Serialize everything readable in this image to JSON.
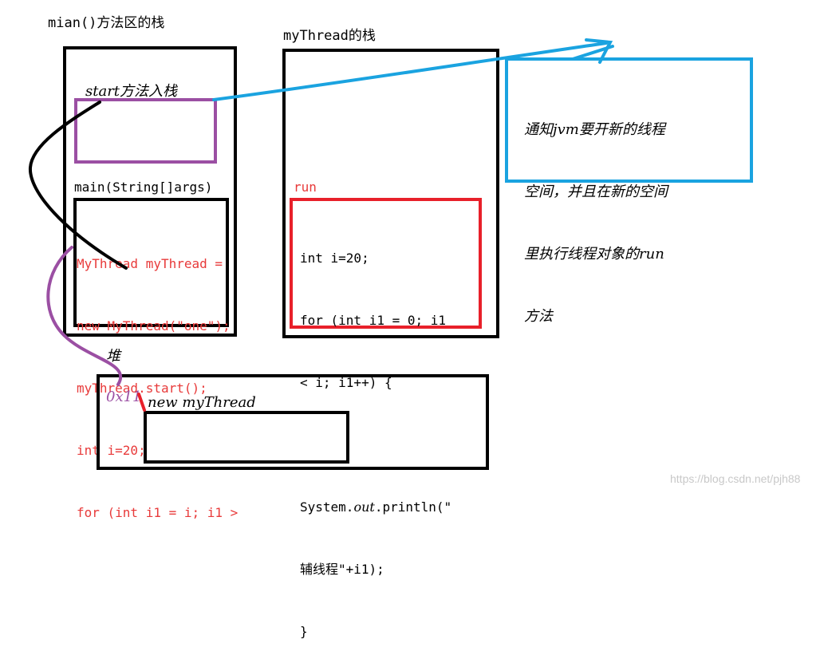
{
  "labels": {
    "main_stack_title": "mian()方法区的栈",
    "thread_stack_title": "myThread的栈",
    "start_push": "start方法入栈",
    "main_signature": "main(String[]args)",
    "run_label": "run",
    "heap_label": "堆",
    "address": "0x11",
    "new_obj": "new myThread",
    "watermark": "https://blog.csdn.net/pjh88"
  },
  "main_code": [
    "MyThread myThread =",
    "new MyThread(\"one\");",
    "myThread.start();",
    "int i=20;",
    "for (int i1 = i; i1 >"
  ],
  "run_code": {
    "line1": "int i=20;",
    "line2": "for (int i1 = 0; i1",
    "line3": "< i; i1++) {",
    "line4_pre": "System.",
    "line4_ital": "out",
    "line4_post": ".println(\"",
    "line5": "辅线程\"+i1);",
    "line6": "}"
  },
  "note_lines": [
    "通知jvm要开新的线程",
    "空间，并且在新的空间",
    "里执行线程对象的run",
    "方法"
  ],
  "colors": {
    "black": "#000000",
    "purple": "#9b4fa3",
    "red": "#e8202a",
    "blue": "#1aa3e0",
    "code_red": "#e83a3a",
    "watermark": "#c8c8c8"
  }
}
